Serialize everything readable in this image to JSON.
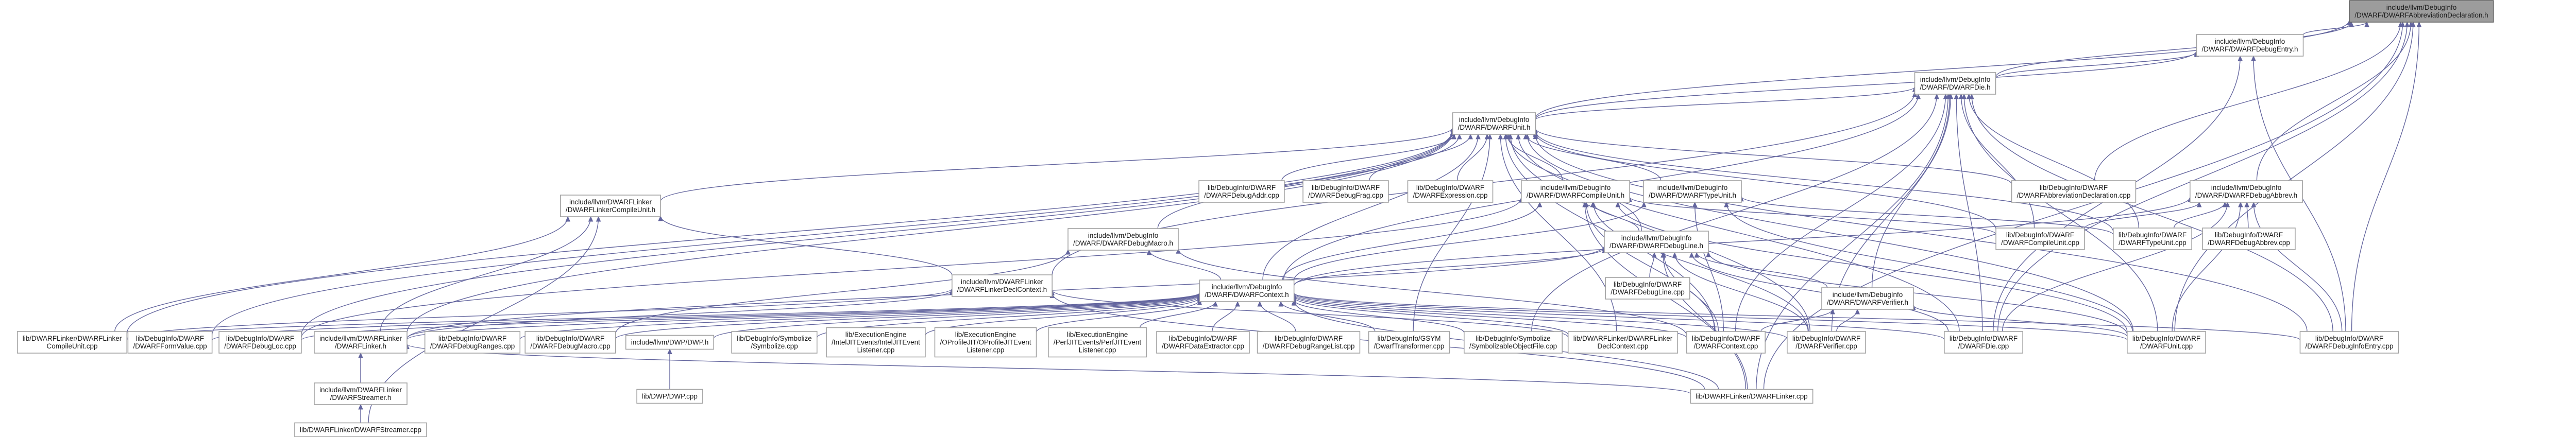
{
  "nodes": [
    {
      "id": "root",
      "lines": [
        "include/llvm/DebugInfo",
        "/DWARF/DWARFAbbreviationDeclaration.h"
      ],
      "root": true
    },
    {
      "id": "debugentry",
      "lines": [
        "include/llvm/DebugInfo",
        "/DWARF/DWARFDebugEntry.h"
      ]
    },
    {
      "id": "die",
      "lines": [
        "include/llvm/DebugInfo",
        "/DWARF/DWARFDie.h"
      ]
    },
    {
      "id": "unit",
      "lines": [
        "include/llvm/DebugInfo",
        "/DWARF/DWARFUnit.h"
      ]
    },
    {
      "id": "abbrev_cpp",
      "lines": [
        "lib/DebugInfo/DWARF",
        "/DWARFAbbreviationDeclaration.cpp"
      ]
    },
    {
      "id": "debugabbrev_h",
      "lines": [
        "include/llvm/DebugInfo",
        "/DWARF/DWARFDebugAbbrev.h"
      ]
    },
    {
      "id": "linkercu_h",
      "lines": [
        "include/llvm/DWARFLinker",
        "/DWARFLinkerCompileUnit.h"
      ]
    },
    {
      "id": "addr_cpp",
      "lines": [
        "lib/DebugInfo/DWARF",
        "/DWARFDebugAddr.cpp"
      ]
    },
    {
      "id": "frag_cpp",
      "lines": [
        "lib/DebugInfo/DWARF",
        "/DWARFDebugFrag.cpp"
      ]
    },
    {
      "id": "expr_cpp",
      "lines": [
        "lib/DebugInfo/DWARF",
        "/DWARFExpression.cpp"
      ]
    },
    {
      "id": "cu_h",
      "lines": [
        "include/llvm/DebugInfo",
        "/DWARF/DWARFCompileUnit.h"
      ]
    },
    {
      "id": "tu_h",
      "lines": [
        "include/llvm/DebugInfo",
        "/DWARF/DWARFTypeUnit.h"
      ]
    },
    {
      "id": "macro_h",
      "lines": [
        "include/llvm/DebugInfo",
        "/DWARF/DWARFDebugMacro.h"
      ]
    },
    {
      "id": "line_h",
      "lines": [
        "include/llvm/DebugInfo",
        "/DWARF/DWARFDebugLine.h"
      ]
    },
    {
      "id": "cu_cpp",
      "lines": [
        "lib/DebugInfo/DWARF",
        "/DWARFCompileUnit.cpp"
      ]
    },
    {
      "id": "tu_cpp",
      "lines": [
        "lib/DebugInfo/DWARF",
        "/DWARFTypeUnit.cpp"
      ]
    },
    {
      "id": "debugabbrev_cpp",
      "lines": [
        "lib/DebugInfo/DWARF",
        "/DWARFDebugAbbrev.cpp"
      ]
    },
    {
      "id": "linkerdecl_h",
      "lines": [
        "include/llvm/DWARFLinker",
        "/DWARFLinkerDeclContext.h"
      ]
    },
    {
      "id": "context_h",
      "lines": [
        "include/llvm/DebugInfo",
        "/DWARF/DWARFContext.h"
      ]
    },
    {
      "id": "debugline_cpp",
      "lines": [
        "lib/DebugInfo/DWARF",
        "/DWARFDebugLine.cpp"
      ]
    },
    {
      "id": "verifier_h",
      "lines": [
        "include/llvm/DebugInfo",
        "/DWARF/DWARFVerifier.h"
      ]
    },
    {
      "id": "linkercu_cpp",
      "lines": [
        "lib/DWARFLinker/DWARFLinker",
        "CompileUnit.cpp"
      ]
    },
    {
      "id": "formvalue_cpp",
      "lines": [
        "lib/DebugInfo/DWARF",
        "/DWARFFormValue.cpp"
      ]
    },
    {
      "id": "debugloc_cpp",
      "lines": [
        "lib/DebugInfo/DWARF",
        "/DWARFDebugLoc.cpp"
      ]
    },
    {
      "id": "linker_h",
      "lines": [
        "include/llvm/DWARFLinker",
        "/DWARFLinker.h"
      ]
    },
    {
      "id": "ranges_cpp",
      "lines": [
        "lib/DebugInfo/DWARF",
        "/DWARFDebugRanges.cpp"
      ]
    },
    {
      "id": "macro_cpp",
      "lines": [
        "lib/DebugInfo/DWARF",
        "/DWARFDebugMacro.cpp"
      ]
    },
    {
      "id": "dwp_h",
      "lines": [
        "include/llvm/DWP/DWP.h"
      ]
    },
    {
      "id": "symbolize_cpp",
      "lines": [
        "lib/DebugInfo/Symbolize",
        "/Symbolize.cpp"
      ]
    },
    {
      "id": "intel_cpp",
      "lines": [
        "lib/ExecutionEngine",
        "/IntelJITEvents/IntelJITEvent",
        "Listener.cpp"
      ]
    },
    {
      "id": "oprofile_cpp",
      "lines": [
        "lib/ExecutionEngine",
        "/OProfileJIT/OProfileJITEvent",
        "Listener.cpp"
      ]
    },
    {
      "id": "perf_cpp",
      "lines": [
        "lib/ExecutionEngine",
        "/PerfJITEvents/PerfJITEvent",
        "Listener.cpp"
      ]
    },
    {
      "id": "dataextractor_cpp",
      "lines": [
        "lib/DebugInfo/DWARF",
        "/DWARFDataExtractor.cpp"
      ]
    },
    {
      "id": "rangelist_cpp",
      "lines": [
        "lib/DebugInfo/DWARF",
        "/DWARFDebugRangeList.cpp"
      ]
    },
    {
      "id": "gsym_cpp",
      "lines": [
        "lib/DebugInfo/GSYM",
        "/DwarfTransformer.cpp"
      ]
    },
    {
      "id": "symobj_cpp",
      "lines": [
        "lib/DebugInfo/Symbolize",
        "/SymbolizableObjectFile.cpp"
      ]
    },
    {
      "id": "declctx_cpp",
      "lines": [
        "lib/DWARFLinker/DWARFLinker",
        "DeclContext.cpp"
      ]
    },
    {
      "id": "context_cpp",
      "lines": [
        "lib/DebugInfo/DWARF",
        "/DWARFContext.cpp"
      ]
    },
    {
      "id": "verifier_cpp",
      "lines": [
        "lib/DebugInfo/DWARF",
        "/DWARFVerifier.cpp"
      ]
    },
    {
      "id": "die_cpp",
      "lines": [
        "lib/DebugInfo/DWARF",
        "/DWARFDie.cpp"
      ]
    },
    {
      "id": "unit_cpp",
      "lines": [
        "lib/DebugInfo/DWARF",
        "/DWARFUnit.cpp"
      ]
    },
    {
      "id": "entry_cpp",
      "lines": [
        "lib/DebugInfo/DWARF",
        "/DWARFDebugInfoEntry.cpp"
      ]
    },
    {
      "id": "streamer_h",
      "lines": [
        "include/llvm/DWARFLinker",
        "/DWARFStreamer.h"
      ]
    },
    {
      "id": "dwp_cpp",
      "lines": [
        "lib/DWP/DWP.cpp"
      ]
    },
    {
      "id": "linker_cpp",
      "lines": [
        "lib/DWARFLinker/DWARFLinker.cpp"
      ]
    },
    {
      "id": "streamer_cpp",
      "lines": [
        "lib/DWARFLinker/DWARFStreamer.cpp"
      ]
    }
  ],
  "edges": [
    [
      "root",
      "debugentry"
    ],
    [
      "root",
      "die"
    ],
    [
      "root",
      "unit"
    ],
    [
      "root",
      "abbrev_cpp"
    ],
    [
      "root",
      "debugabbrev_h"
    ],
    [
      "root",
      "unit_cpp"
    ],
    [
      "root",
      "die_cpp"
    ],
    [
      "root",
      "entry_cpp"
    ],
    [
      "root",
      "linker_cpp"
    ],
    [
      "debugentry",
      "die"
    ],
    [
      "debugentry",
      "unit"
    ],
    [
      "debugentry",
      "die_cpp"
    ],
    [
      "debugentry",
      "entry_cpp"
    ],
    [
      "die",
      "unit"
    ],
    [
      "die",
      "cu_cpp"
    ],
    [
      "die",
      "context_h"
    ],
    [
      "die",
      "verifier_h"
    ],
    [
      "die",
      "linkerdecl_h"
    ],
    [
      "die",
      "die_cpp"
    ],
    [
      "die",
      "unit_cpp"
    ],
    [
      "die",
      "context_cpp"
    ],
    [
      "die",
      "verifier_cpp"
    ],
    [
      "die",
      "entry_cpp"
    ],
    [
      "die",
      "linker_cpp"
    ],
    [
      "die",
      "symobj_cpp"
    ],
    [
      "die",
      "tu_cpp"
    ],
    [
      "unit",
      "linkercu_h"
    ],
    [
      "unit",
      "addr_cpp"
    ],
    [
      "unit",
      "frag_cpp"
    ],
    [
      "unit",
      "expr_cpp"
    ],
    [
      "unit",
      "cu_h"
    ],
    [
      "unit",
      "tu_h"
    ],
    [
      "unit",
      "macro_h"
    ],
    [
      "unit",
      "line_h"
    ],
    [
      "unit",
      "context_h"
    ],
    [
      "unit",
      "abbrev_cpp"
    ],
    [
      "unit",
      "cu_cpp"
    ],
    [
      "unit",
      "tu_cpp"
    ],
    [
      "unit",
      "formvalue_cpp"
    ],
    [
      "unit",
      "debugloc_cpp"
    ],
    [
      "unit",
      "linker_h"
    ],
    [
      "unit",
      "unit_cpp"
    ],
    [
      "unit",
      "die_cpp"
    ],
    [
      "unit",
      "context_cpp"
    ],
    [
      "unit",
      "verifier_cpp"
    ],
    [
      "unit",
      "entry_cpp"
    ],
    [
      "unit",
      "gsym_cpp"
    ],
    [
      "unit",
      "linkercu_cpp"
    ],
    [
      "unit",
      "declctx_cpp"
    ],
    [
      "debugabbrev_h",
      "cu_cpp"
    ],
    [
      "debugabbrev_h",
      "tu_cpp"
    ],
    [
      "debugabbrev_h",
      "debugabbrev_cpp"
    ],
    [
      "debugabbrev_h",
      "context_h"
    ],
    [
      "debugabbrev_h",
      "unit_cpp"
    ],
    [
      "debugabbrev_h",
      "entry_cpp"
    ],
    [
      "debugabbrev_h",
      "die_cpp"
    ],
    [
      "linkercu_h",
      "linkerdecl_h"
    ],
    [
      "linkercu_h",
      "linkercu_cpp"
    ],
    [
      "linkercu_h",
      "linker_h"
    ],
    [
      "linkercu_h",
      "streamer_cpp"
    ],
    [
      "cu_h",
      "context_h"
    ],
    [
      "cu_h",
      "cu_cpp"
    ],
    [
      "cu_h",
      "line_h"
    ],
    [
      "cu_h",
      "context_cpp"
    ],
    [
      "cu_h",
      "unit_cpp"
    ],
    [
      "cu_h",
      "verifier_cpp"
    ],
    [
      "cu_h",
      "linker_cpp"
    ],
    [
      "cu_h",
      "debugloc_cpp"
    ],
    [
      "tu_h",
      "context_h"
    ],
    [
      "tu_h",
      "tu_cpp"
    ],
    [
      "tu_h",
      "unit_cpp"
    ],
    [
      "tu_h",
      "context_cpp"
    ],
    [
      "macro_h",
      "context_h"
    ],
    [
      "macro_h",
      "macro_cpp"
    ],
    [
      "macro_h",
      "context_cpp"
    ],
    [
      "line_h",
      "context_h"
    ],
    [
      "line_h",
      "debugline_cpp"
    ],
    [
      "line_h",
      "verifier_h"
    ],
    [
      "line_h",
      "context_cpp"
    ],
    [
      "line_h",
      "unit_cpp"
    ],
    [
      "line_h",
      "linker_h"
    ],
    [
      "line_h",
      "verifier_cpp"
    ],
    [
      "line_h",
      "die_cpp"
    ],
    [
      "line_h",
      "linker_cpp"
    ],
    [
      "linkerdecl_h",
      "linker_h"
    ],
    [
      "linkerdecl_h",
      "declctx_cpp"
    ],
    [
      "linkerdecl_h",
      "linkercu_cpp"
    ],
    [
      "linkerdecl_h",
      "linker_cpp"
    ],
    [
      "context_h",
      "linkercu_cpp"
    ],
    [
      "context_h",
      "formvalue_cpp"
    ],
    [
      "context_h",
      "debugloc_cpp"
    ],
    [
      "context_h",
      "linker_h"
    ],
    [
      "context_h",
      "ranges_cpp"
    ],
    [
      "context_h",
      "macro_cpp"
    ],
    [
      "context_h",
      "dwp_h"
    ],
    [
      "context_h",
      "symbolize_cpp"
    ],
    [
      "context_h",
      "intel_cpp"
    ],
    [
      "context_h",
      "oprofile_cpp"
    ],
    [
      "context_h",
      "perf_cpp"
    ],
    [
      "context_h",
      "dataextractor_cpp"
    ],
    [
      "context_h",
      "rangelist_cpp"
    ],
    [
      "context_h",
      "gsym_cpp"
    ],
    [
      "context_h",
      "symobj_cpp"
    ],
    [
      "context_h",
      "declctx_cpp"
    ],
    [
      "context_h",
      "context_cpp"
    ],
    [
      "context_h",
      "verifier_cpp"
    ],
    [
      "context_h",
      "die_cpp"
    ],
    [
      "context_h",
      "unit_cpp"
    ],
    [
      "context_h",
      "entry_cpp"
    ],
    [
      "context_h",
      "linker_cpp"
    ],
    [
      "verifier_h",
      "context_cpp"
    ],
    [
      "verifier_h",
      "verifier_cpp"
    ],
    [
      "verifier_h",
      "unit_cpp"
    ],
    [
      "linker_h",
      "streamer_h"
    ],
    [
      "linker_h",
      "linker_cpp"
    ],
    [
      "streamer_h",
      "streamer_cpp"
    ],
    [
      "dwp_h",
      "dwp_cpp"
    ]
  ]
}
